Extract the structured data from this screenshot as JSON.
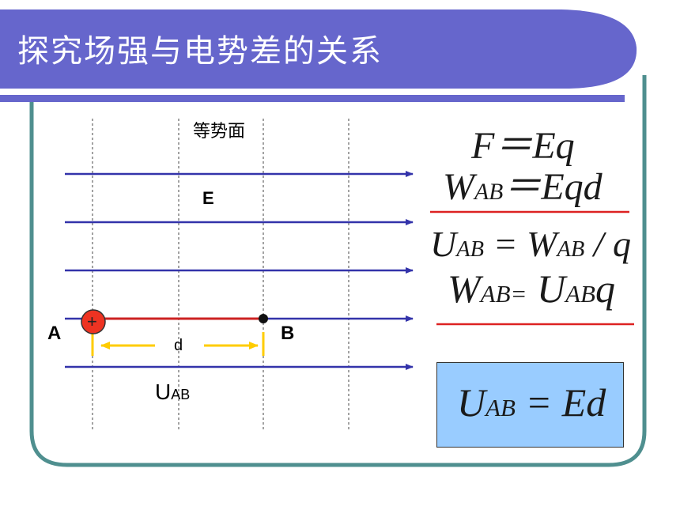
{
  "title": "探究场强与电势差的关系",
  "labels": {
    "equipotential": "等势面",
    "field": "E",
    "point_a": "A",
    "point_b": "B",
    "charge_sign": "+",
    "distance": "d",
    "voltage_main": "U",
    "voltage_sub": "AB"
  },
  "equations": {
    "eq1": "F＝Eq",
    "eq2_w": "W",
    "eq2_sub": "AB",
    "eq2_rest": "＝Eqd",
    "eq3_u": "U",
    "eq3_sub": "AB",
    "eq3_mid": " = W",
    "eq3_sub2": "AB",
    "eq3_rest": " / q",
    "eq4_w": "W",
    "eq4_sub": "AB=",
    "eq4_u": " U",
    "eq4_sub2": "AB",
    "eq4_rest": "q",
    "boxed_u": "U",
    "boxed_sub": "AB",
    "boxed_rest": " = Ed"
  },
  "colors": {
    "banner": "#6666cc",
    "frame": "#4f8f8f",
    "field_line": "#3333aa",
    "ab_line": "#cc2222",
    "charge_fill": "#ee3322",
    "distance_arrow": "#ffcc00",
    "box_fill": "#99ccff"
  }
}
